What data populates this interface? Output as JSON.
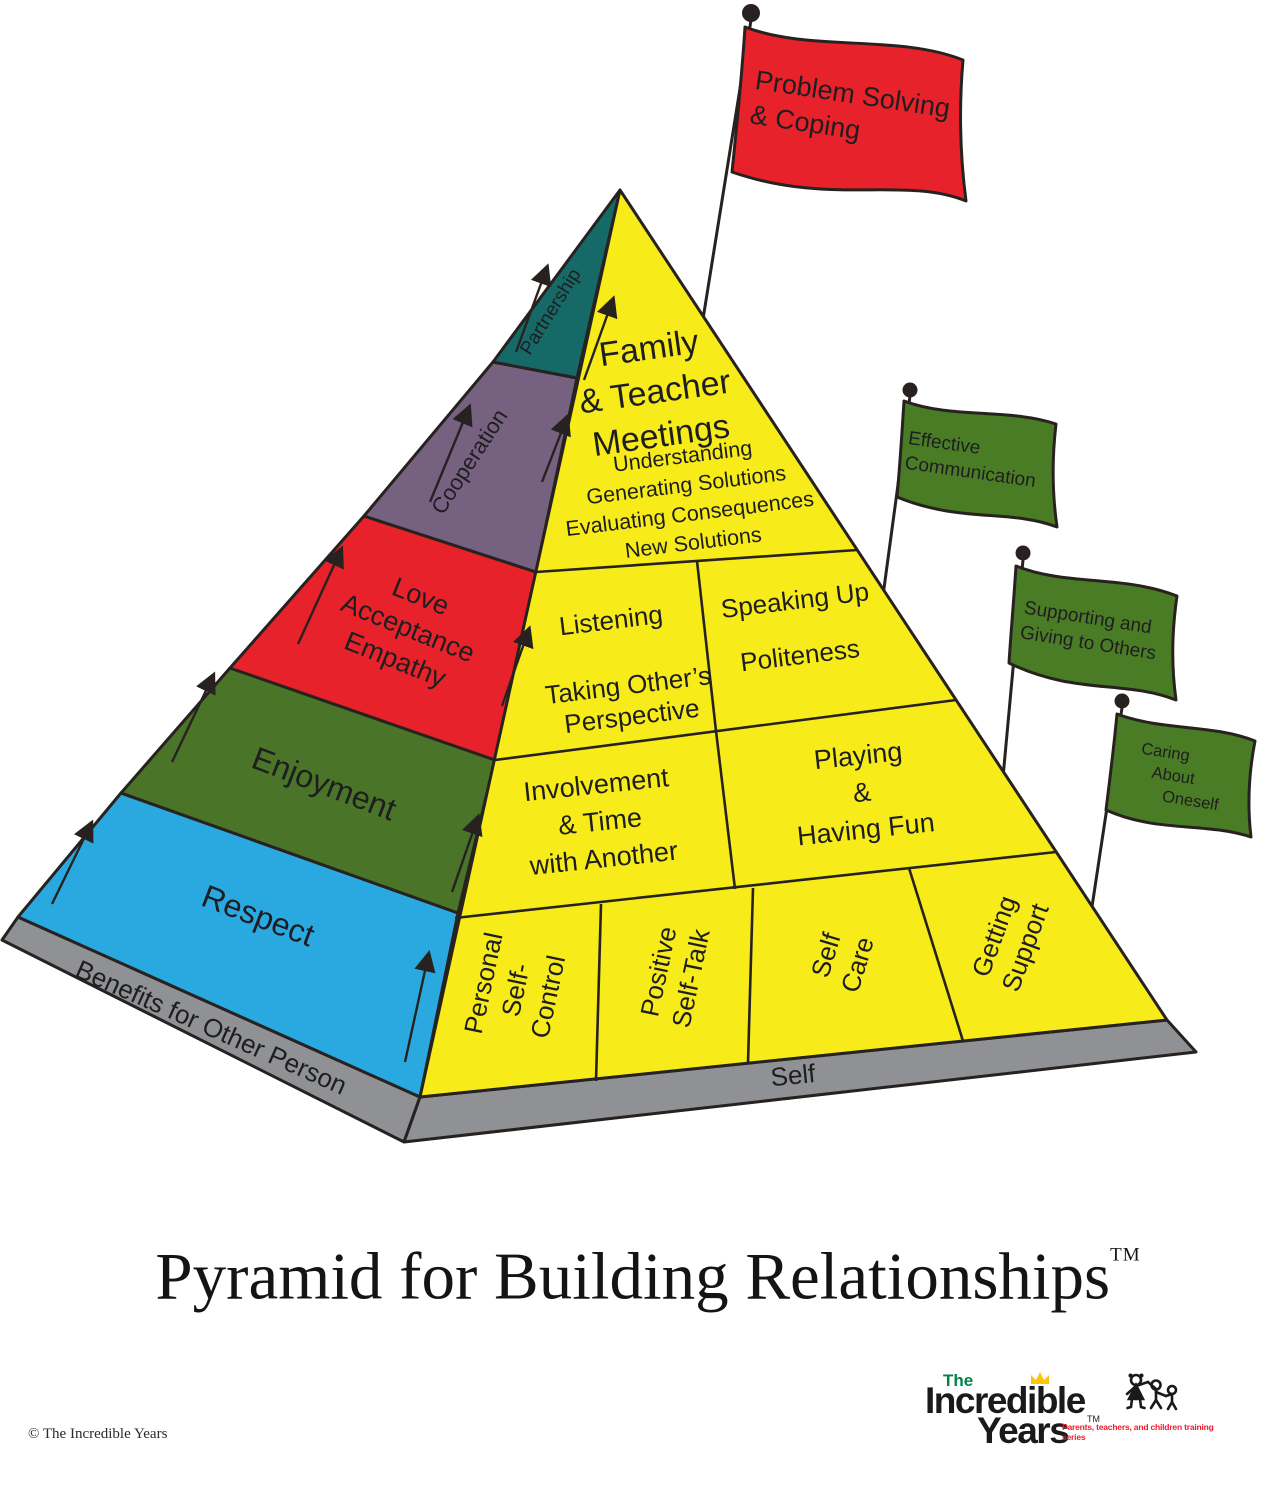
{
  "colors": {
    "yellow": "#f7ec1a",
    "blue": "#2aa9e1",
    "green": "#4a7428",
    "red": "#e8222a",
    "purple": "#776181",
    "teal": "#156a68",
    "flag_green": "#4a7c26",
    "flag_red": "#e8222a",
    "gray": "#8f9194",
    "outline": "#27221f",
    "crown": "#ffc20e",
    "logo_green": "#008348",
    "logo_red": "#ed1b2e"
  },
  "flags": {
    "top": {
      "lines": [
        "Problem Solving",
        "& Coping"
      ]
    },
    "right": [
      {
        "lines": [
          "Effective",
          "Communication"
        ]
      },
      {
        "lines": [
          "Supporting and",
          "Giving to Others"
        ]
      },
      {
        "lines": [
          "Caring",
          "About",
          "Oneself"
        ]
      }
    ]
  },
  "side_face": {
    "bands": [
      {
        "label": "Respect"
      },
      {
        "label": "Enjoyment"
      },
      {
        "lines": [
          "Love",
          "Acceptance",
          "Empathy"
        ]
      },
      {
        "label": "Cooperation"
      },
      {
        "label": "Partnership"
      }
    ]
  },
  "front_face": {
    "top": {
      "heading": [
        "Family",
        "& Teacher",
        "Meetings"
      ],
      "sub": [
        "Understanding",
        "Generating Solutions",
        "Evaluating Consequences",
        "New Solutions"
      ]
    },
    "row2": {
      "left_title": "Listening",
      "left_sub": [
        "Taking Other’s",
        "Perspective"
      ],
      "right_title": "Speaking Up",
      "right_sub": "Politeness"
    },
    "row3": {
      "left": [
        "Involvement",
        "& Time",
        "with Another"
      ],
      "right": [
        "Playing",
        "&",
        "Having Fun"
      ]
    },
    "row4": [
      {
        "lines": [
          "Personal",
          "Self-",
          "Control"
        ]
      },
      {
        "lines": [
          "Positive",
          "Self-Talk"
        ]
      },
      {
        "lines": [
          "Self",
          "Care"
        ]
      },
      {
        "lines": [
          "Getting",
          "Support"
        ]
      }
    ]
  },
  "base": {
    "left_label": "Benefits for Other Person",
    "front_label": "Self"
  },
  "title": {
    "text": "Pyramid for Building Relationships",
    "tm": "TM"
  },
  "copyright": "© The Incredible Years",
  "logo": {
    "the": "The",
    "line1": "Incredible",
    "line2": "Years",
    "tm": "TM",
    "tagline": "Parents, teachers, and children training series"
  }
}
